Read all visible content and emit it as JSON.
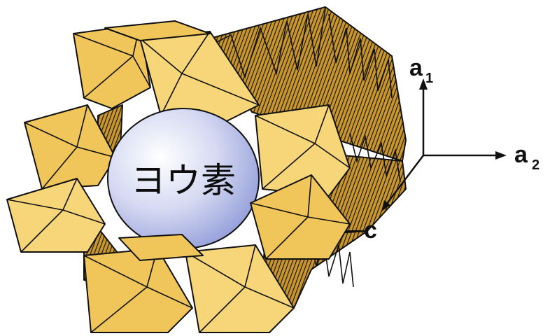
{
  "diagram": {
    "atom_label": "ヨウ素",
    "axes": [
      {
        "name": "a1",
        "letter": "a",
        "sub": "1"
      },
      {
        "name": "a2",
        "letter": "a",
        "sub": "2"
      },
      {
        "name": "c",
        "letter": "c"
      }
    ],
    "colors": {
      "octahedron_fill": "#f0c55a",
      "octahedron_face_light": "#f6d678",
      "octahedron_shadow": "#c9962c",
      "edge": "#111111",
      "sphere_center": "#ffffff",
      "sphere_edge": "#8f9ad8"
    }
  }
}
